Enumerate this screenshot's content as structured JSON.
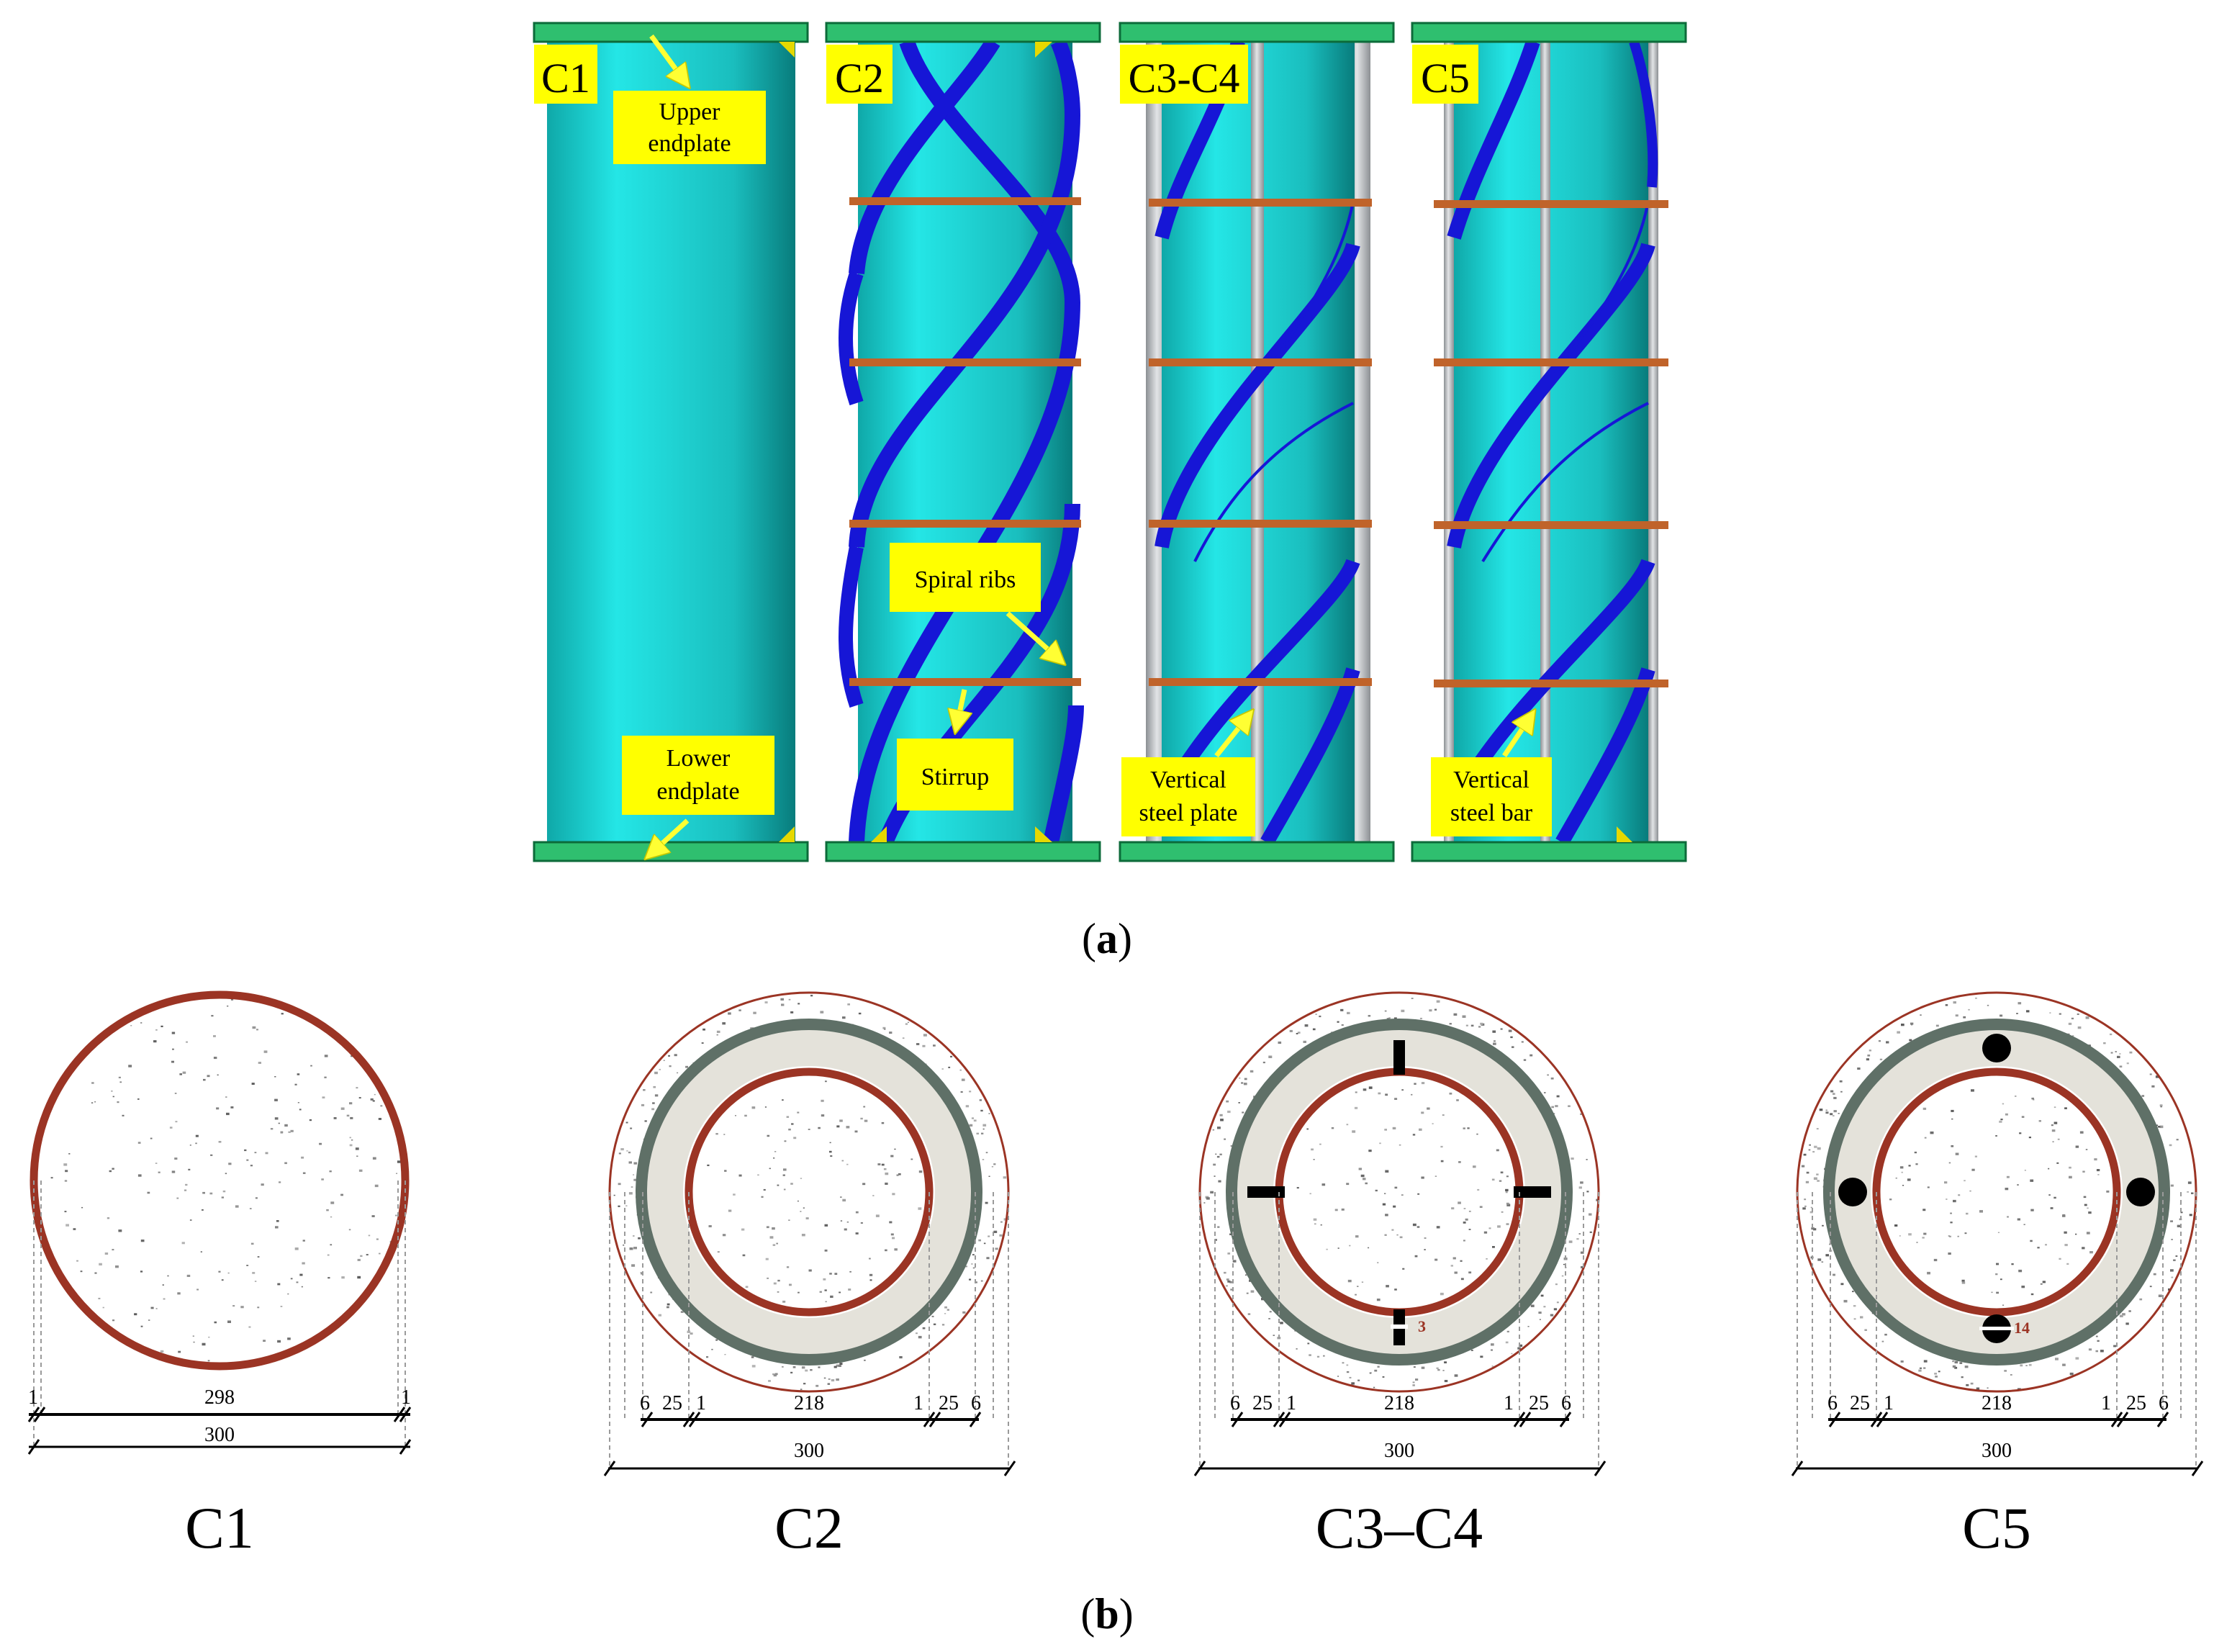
{
  "panel_a": {
    "caption_letter": "a",
    "columns": [
      {
        "id": "c1",
        "tag": "C1"
      },
      {
        "id": "c2",
        "tag": "C2"
      },
      {
        "id": "c3c4",
        "tag": "C3-C4"
      },
      {
        "id": "c5",
        "tag": "C5"
      }
    ],
    "callouts": {
      "upper_endplate": [
        "Upper",
        "endplate"
      ],
      "lower_endplate": [
        "Lower",
        "endplate"
      ],
      "spiral_ribs": "Spiral ribs",
      "stirrup": "Stirrup",
      "vertical_steel_plate": [
        "Vertical",
        "steel plate"
      ],
      "vertical_steel_bar": [
        "Vertical",
        "steel bar"
      ]
    }
  },
  "panel_b": {
    "caption_letter": "b",
    "sections": [
      {
        "id": "c1",
        "name": "C1",
        "dims_top": [
          "1",
          "298",
          "1"
        ],
        "dim_total": "300",
        "marker": ""
      },
      {
        "id": "c2",
        "name": "C2",
        "dims_top": [
          "6",
          "25",
          "1",
          "218",
          "1",
          "25",
          "6"
        ],
        "dim_total": "300",
        "marker": ""
      },
      {
        "id": "c3c4",
        "name": "C3–C4",
        "dims_top": [
          "6",
          "25",
          "1",
          "218",
          "1",
          "25",
          "6"
        ],
        "dim_total": "300",
        "marker": "3"
      },
      {
        "id": "c5",
        "name": "C5",
        "dims_top": [
          "6",
          "25",
          "1",
          "218",
          "1",
          "25",
          "6"
        ],
        "dim_total": "300",
        "marker": "14"
      }
    ]
  },
  "colors": {
    "tube": "#1ecfcf",
    "tube_dark": "#0b8f8f",
    "endplate": "#2fbf6f",
    "spiral": "#1616d6",
    "stirrup": "#c0632a",
    "label_bg": "#ffff00",
    "arrow": "#ffff33",
    "steel": "#b4b8bc",
    "section_red": "#9b3424",
    "section_grey": "#5f7067",
    "annulus": "#e4e2da",
    "black": "#000000"
  }
}
